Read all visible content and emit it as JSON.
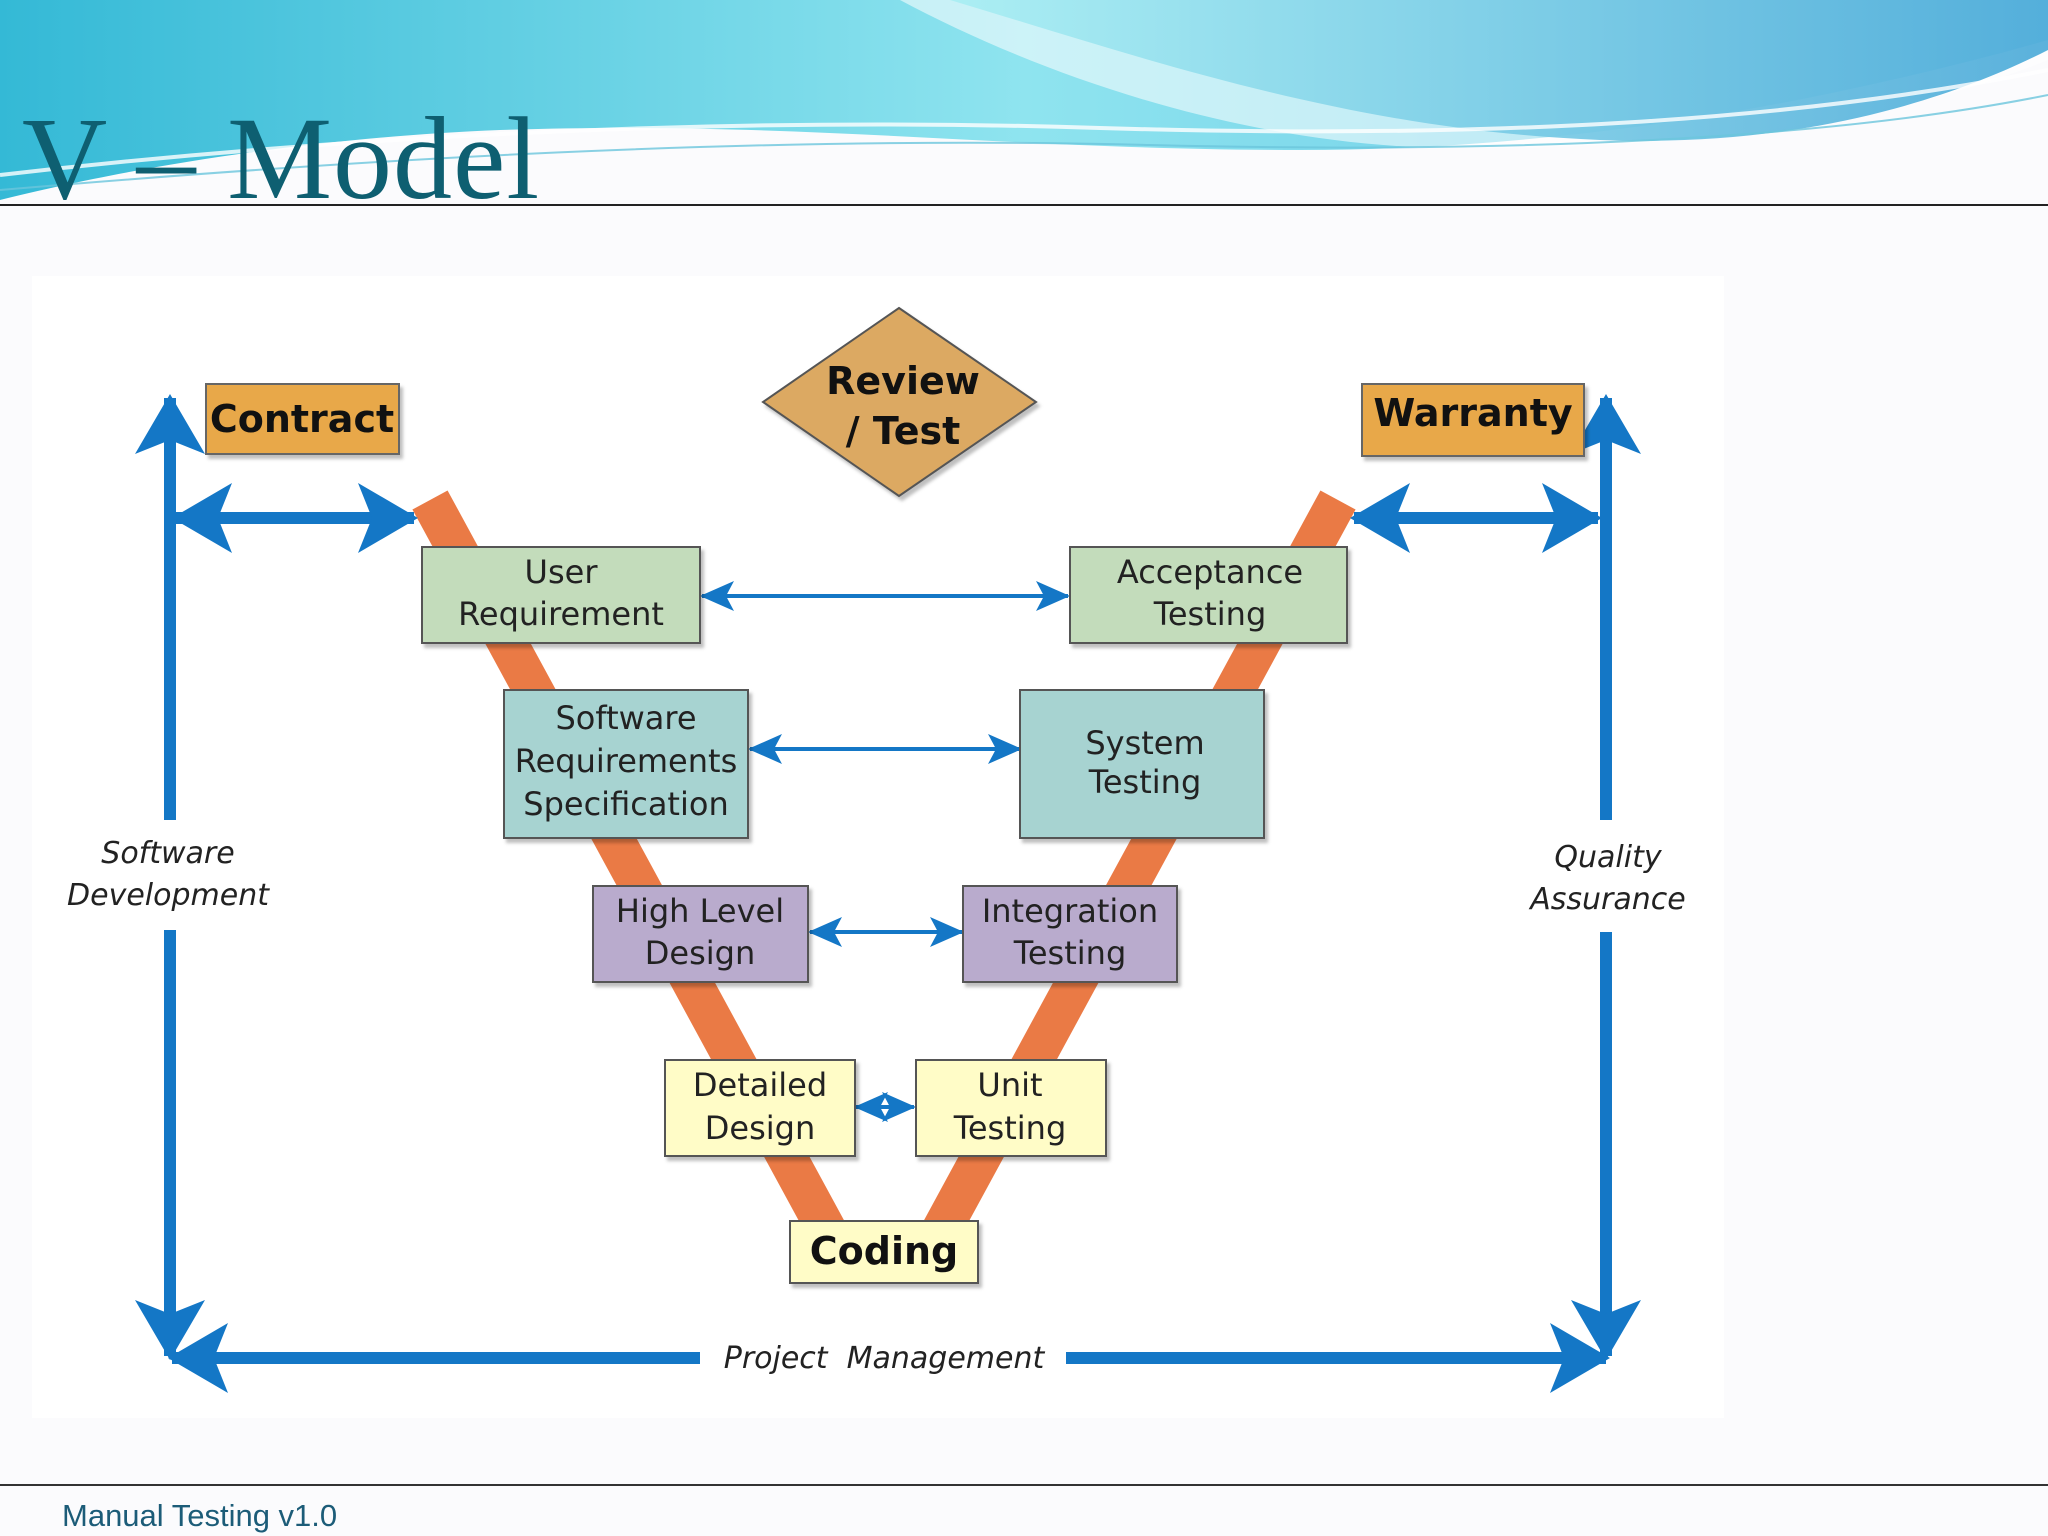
{
  "slide": {
    "title": "V – Model",
    "footer": "Manual Testing v1.0"
  },
  "diagram": {
    "contract": "Contract",
    "warranty": "Warranty",
    "review_test": {
      "line1": "Review",
      "line2": "/ Test"
    },
    "left_axis": {
      "line1": "Software",
      "line2": "Development"
    },
    "right_axis": {
      "line1": "Quality",
      "line2": "Assurance"
    },
    "bottom_axis": "Project  Management",
    "coding": "Coding",
    "boxes": {
      "user_requirement": {
        "line1": "User",
        "line2": "Requirement"
      },
      "srs": {
        "line1": "Software",
        "line2": "Requirements",
        "line3": "Specification"
      },
      "high_level_design": {
        "line1": "High Level",
        "line2": "Design"
      },
      "detailed_design": {
        "line1": "Detailed",
        "line2": "Design"
      },
      "acceptance_testing": {
        "line1": "Acceptance",
        "line2": "Testing"
      },
      "system_testing": {
        "line1": "System",
        "line2": "Testing"
      },
      "integration_testing": {
        "line1": "Integration",
        "line2": "Testing"
      },
      "unit_testing": {
        "line1": "Unit",
        "line2": "Testing"
      }
    },
    "colors": {
      "orange_box": "#e8a84a",
      "review_diamond": "#dca962",
      "v_band": "#ea7a45",
      "green_box": "#c3dcbb",
      "teal_box": "#a7d3d1",
      "purple_box": "#b9abcd",
      "yellow_box": "#fffcc7",
      "blue_arrow": "#1477c6",
      "title": "#0e5f71"
    }
  }
}
